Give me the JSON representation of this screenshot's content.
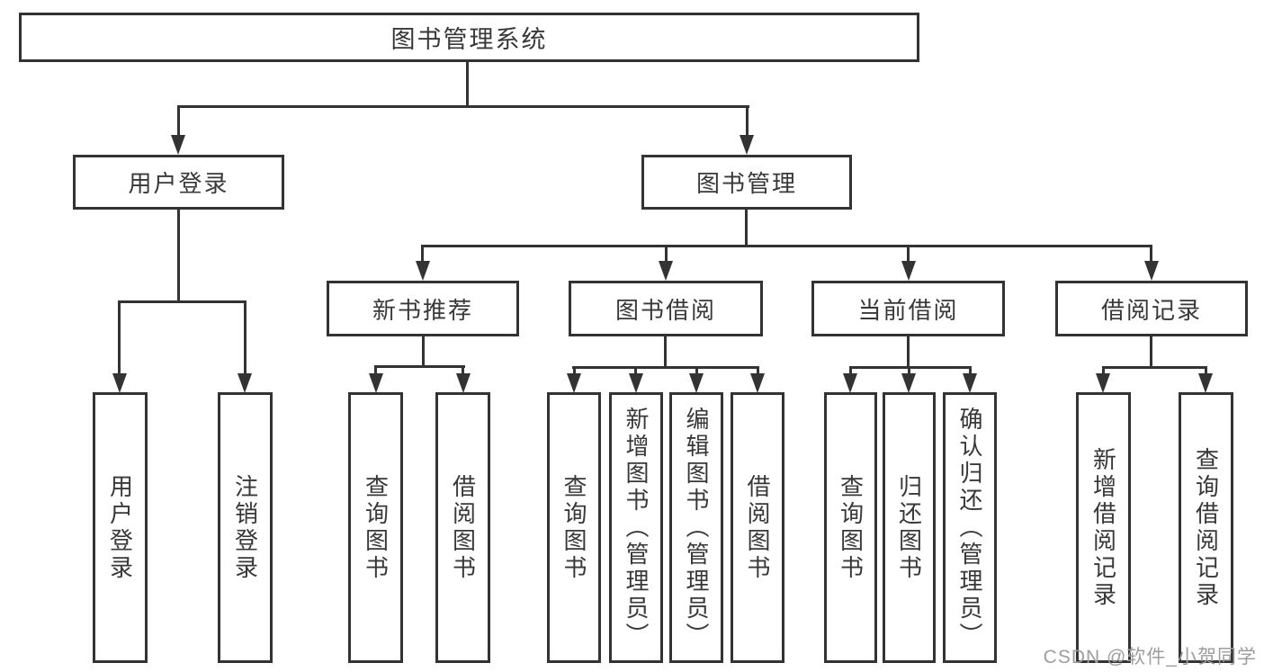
{
  "diagram": {
    "root": {
      "label": "图书管理系统",
      "children": [
        {
          "label": "用户登录",
          "children": [
            {
              "label": "用户登录"
            },
            {
              "label": "注销登录"
            }
          ]
        },
        {
          "label": "图书管理",
          "children": [
            {
              "label": "新书推荐",
              "children": [
                {
                  "label": "查询图书"
                },
                {
                  "label": "借阅图书"
                }
              ]
            },
            {
              "label": "图书借阅",
              "children": [
                {
                  "label": "查询图书"
                },
                {
                  "label": "新增图书（管理员）"
                },
                {
                  "label": "编辑图书（管理员）"
                },
                {
                  "label": "借阅图书"
                }
              ]
            },
            {
              "label": "当前借阅",
              "children": [
                {
                  "label": "查询图书"
                },
                {
                  "label": "归还图书"
                },
                {
                  "label": "确认归还（管理员）"
                }
              ]
            },
            {
              "label": "借阅记录",
              "children": [
                {
                  "label": "新增借阅记录"
                },
                {
                  "label": "查询借阅记录"
                }
              ]
            }
          ]
        }
      ]
    },
    "colors": {
      "line": "#333333",
      "box_background": "#ffffff",
      "text": "#383838",
      "watermark": "#9d9d9d"
    },
    "watermark": "CSDN @软件_小贺同学"
  }
}
